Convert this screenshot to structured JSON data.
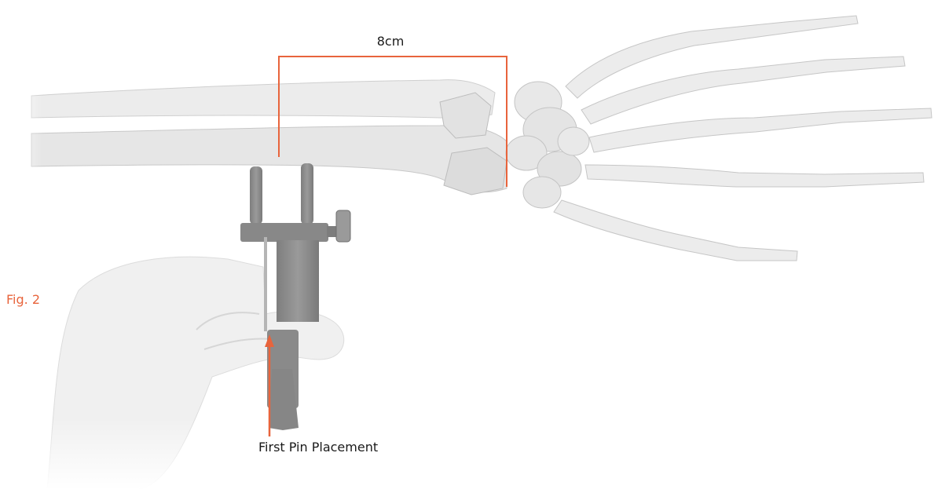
{
  "figure": {
    "label": "Fig. 2",
    "measurement_label": "8cm",
    "callout_label": "First Pin Placement"
  },
  "colors": {
    "accent": "#e8643c",
    "bone": "#ececec",
    "bone_shadow": "#c8c8c8",
    "device": "#8c8c8c",
    "glove": "#f0f0f0",
    "text": "#1a1a1a"
  },
  "icons": {
    "bracket": "measurement-bracket-icon",
    "arrow": "up-arrow-icon"
  }
}
